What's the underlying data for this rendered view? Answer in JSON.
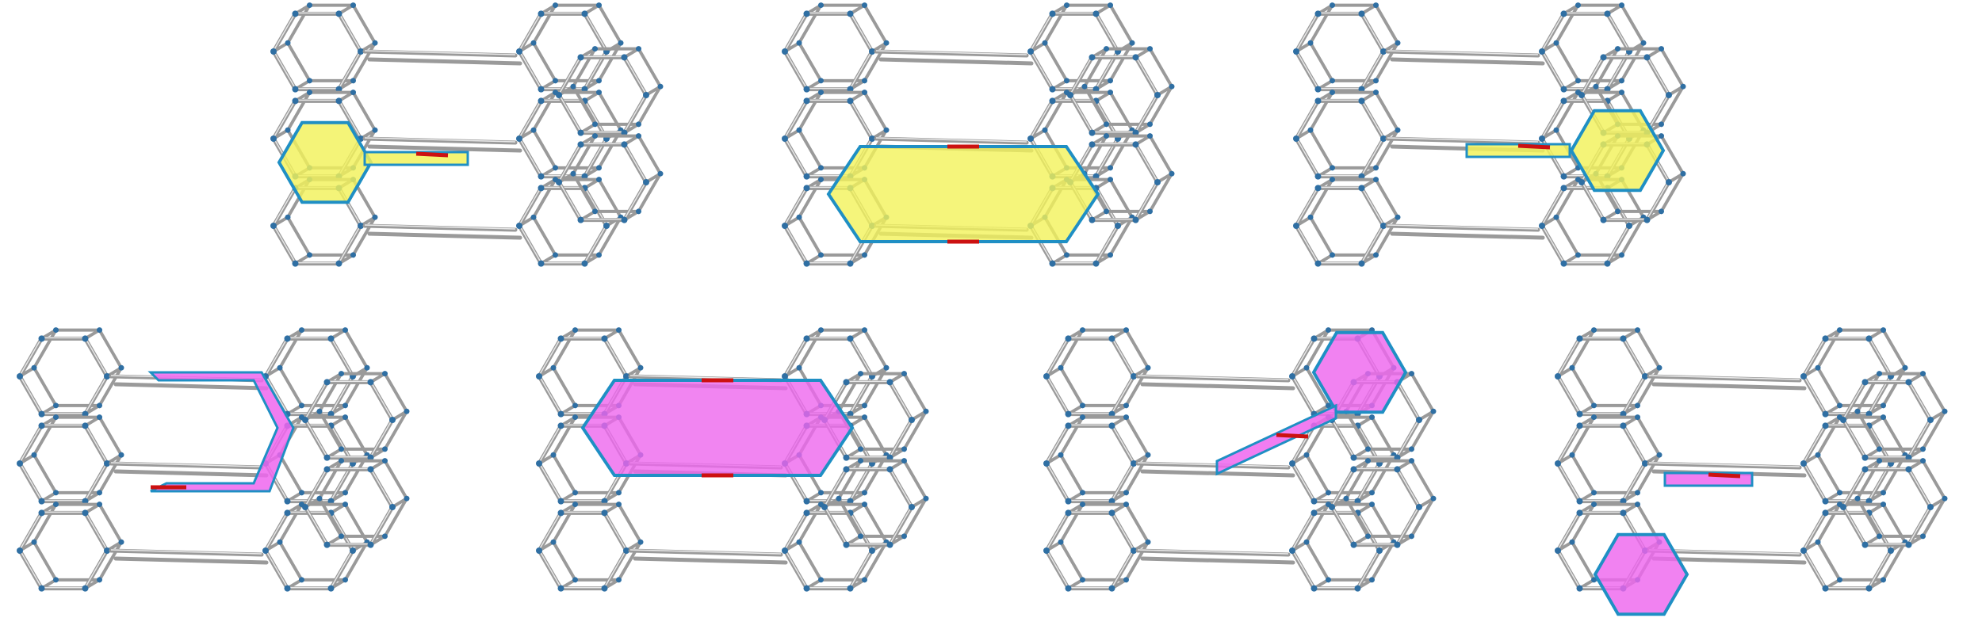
{
  "figure": {
    "description_visible_text": "",
    "colors": {
      "background": "#ffffff",
      "bond": "#9a9a9a",
      "bond_highlight": "#e8e8e8",
      "atom": "#2f6fa3",
      "ring_outline": "#1f8fc4",
      "yellow_fill": "#f2f25a",
      "magenta_fill": "#ee66ee",
      "red_bond": "#cc1111"
    },
    "panels": [
      {
        "id": "top-1",
        "row": 1,
        "index": 1,
        "highlight": "yellow"
      },
      {
        "id": "top-2",
        "row": 1,
        "index": 2,
        "highlight": "yellow"
      },
      {
        "id": "top-3",
        "row": 1,
        "index": 3,
        "highlight": "yellow"
      },
      {
        "id": "bottom-1",
        "row": 2,
        "index": 1,
        "highlight": "magenta"
      },
      {
        "id": "bottom-2",
        "row": 2,
        "index": 2,
        "highlight": "magenta"
      },
      {
        "id": "bottom-3",
        "row": 2,
        "index": 3,
        "highlight": "magenta"
      },
      {
        "id": "bottom-4",
        "row": 2,
        "index": 4,
        "highlight": "magenta"
      }
    ]
  }
}
